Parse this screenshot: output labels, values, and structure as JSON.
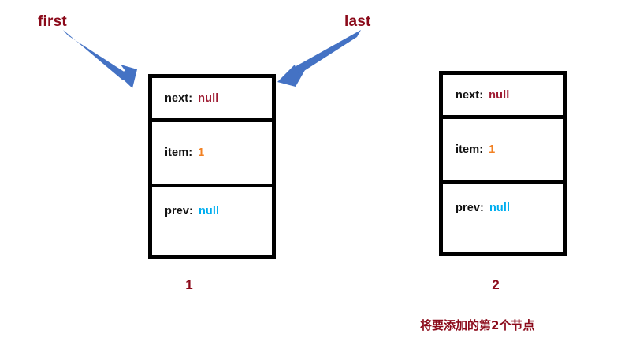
{
  "diagram": {
    "title": "LinkedList node diagram",
    "pointers": [
      {
        "id": "first",
        "label": "first",
        "icon": "arrow-down-right-icon"
      },
      {
        "id": "last",
        "label": "last",
        "icon": "arrow-down-left-icon"
      }
    ],
    "nodes": [
      {
        "caption": "1",
        "fields": [
          {
            "key": "next:",
            "value": "null",
            "color": "#9E1B32"
          },
          {
            "key": "item:",
            "value": "1",
            "color": "#F28123"
          },
          {
            "key": "prev:",
            "value": "null",
            "color": "#00AEEF"
          }
        ]
      },
      {
        "caption": "2",
        "fields": [
          {
            "key": "next:",
            "value": "null",
            "color": "#9E1B32"
          },
          {
            "key": "item:",
            "value": "1",
            "color": "#F28123"
          },
          {
            "key": "prev:",
            "value": "null",
            "color": "#00AEEF"
          }
        ]
      }
    ],
    "annotation": "将要添加的第2个节点",
    "colors": {
      "label_red": "#8B0A1A",
      "arrow_blue": "#4472C4",
      "box_border": "#000000",
      "background": "#FFFFFF",
      "value_null_red": "#9E1B32",
      "value_item_orange": "#F28123",
      "value_null_cyan": "#00AEEF"
    }
  }
}
